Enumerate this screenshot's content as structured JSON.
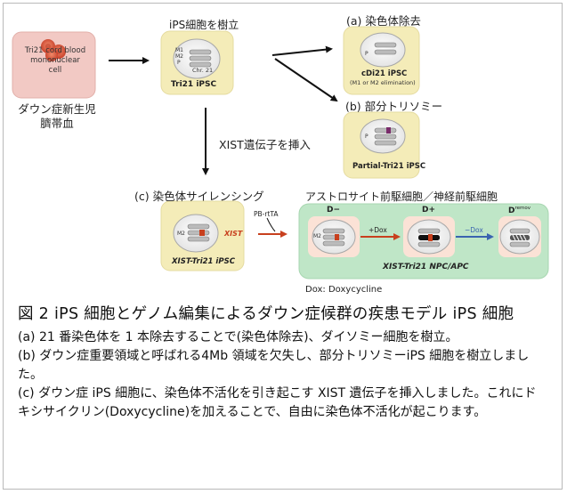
{
  "diagram": {
    "cord_blood": {
      "box_label": "Tri21 cord blood mononuclear cell",
      "caption_lines": [
        "ダウン症新生児",
        "臍帯血"
      ]
    },
    "ipsc_establish_label": "iPS細胞を樹立",
    "tri21_ipsc": {
      "chr_labels": [
        "M1",
        "M2",
        "P"
      ],
      "chr_tag": "Chr. 21",
      "label": "Tri21 iPSC"
    },
    "branch_a": {
      "title": "(a) 染色体除去",
      "label": "cDi21 iPSC",
      "sublabel": "(M1 or M2 elimination)",
      "chr_label": "P"
    },
    "branch_b": {
      "title": "(b) 部分トリソミー",
      "label": "Partial-Tri21 iPSC",
      "chr_label": "P"
    },
    "xist_insert_label": "XIST遺伝子を挿入",
    "branch_c": {
      "title": "(c) 染色体サイレンシング",
      "label": "XIST-Tri21 iPSC",
      "xist_tag": "XIST",
      "chr_label": "M2"
    },
    "pb_rtta_label": "PB-rtTA",
    "npc_header": "アストロサイト前駆細胞／神経前駆細胞",
    "npc_panel": {
      "d_minus": "D−",
      "d_plus": "D+",
      "d_remov": "D",
      "d_remov_sup": "remov",
      "plus_dox": "+Dox",
      "minus_dox": "−Dox",
      "label": "XIST-Tri21 NPC/APC",
      "chr_label": "M2"
    },
    "dox_note": "Dox: Doxycycline"
  },
  "caption": {
    "title": "図 2 iPS 細胞とゲノム編集によるダウン症候群の疾患モデル iPS 細胞",
    "lines": [
      "(a) 21 番染色体を 1 本除去することで(染色体除去)、ダイソミー細胞を樹立。",
      "(b) ダウン症重要領域と呼ばれる4Mb 領域を欠失し、部分トリソミーiPS 細胞を樹立しました。",
      "(c) ダウン症 iPS 細胞に、染色体不活化を引き起こす XIST 遺伝子を挿入しました。これにドキシサイクリン(Doxycycline)を加えることで、自由に染色体不活化が起こります。"
    ]
  },
  "colors": {
    "cell_box": "#f4ecb8",
    "cord_box": "#f2c9c4",
    "npc_panel": "#bfe6c7",
    "arrow": "#111111",
    "red_arrow": "#c8401e",
    "blue_arrow": "#3a63b0"
  }
}
